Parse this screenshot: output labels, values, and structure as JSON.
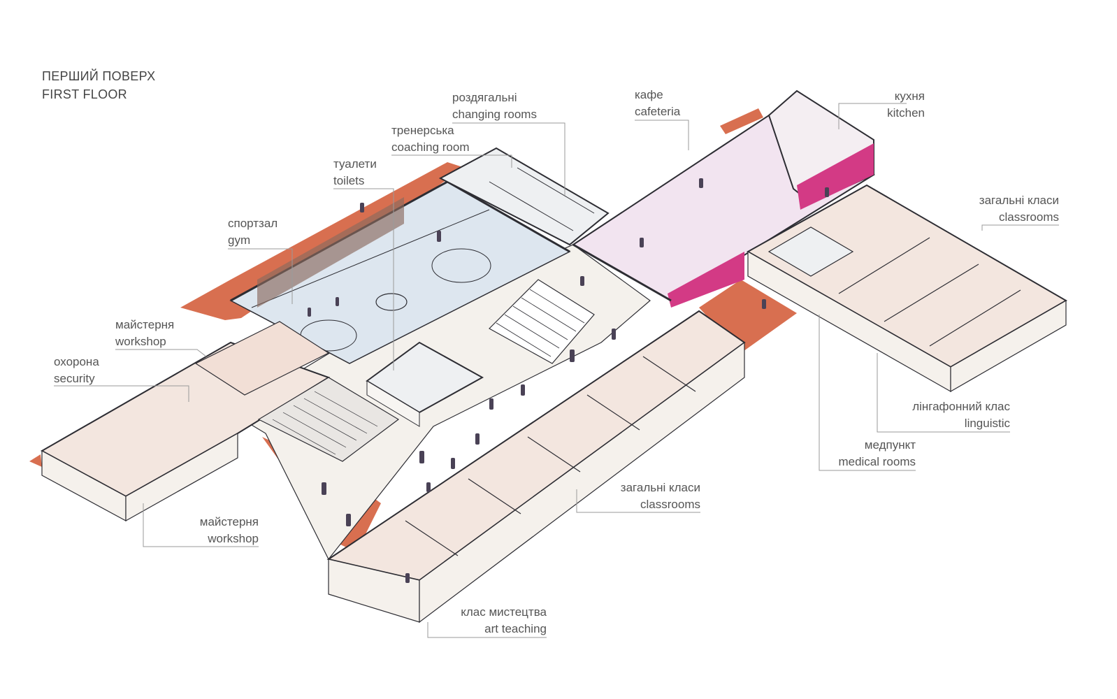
{
  "title": {
    "ua": "ПЕРШИЙ ПОВЕРХ",
    "en": "FIRST FLOOR"
  },
  "colors": {
    "terracotta": "#d86f50",
    "magenta": "#d33a85",
    "floor": "#f4f1ec",
    "gym_floor": "#dde6ef",
    "wall_top": "#ffffff",
    "line": "#2d2d33",
    "people": "#4a4256"
  },
  "labels": {
    "changing": {
      "ua": "роздягальні",
      "en": "changing rooms"
    },
    "cafeteria": {
      "ua": "кафе",
      "en": "cafeteria"
    },
    "kitchen": {
      "ua": "кухня",
      "en": "kitchen"
    },
    "coaching": {
      "ua": "тренерська",
      "en": "coaching room"
    },
    "toilets": {
      "ua": "туалети",
      "en": "toilets"
    },
    "gym": {
      "ua": "спортзал",
      "en": "gym"
    },
    "classrooms_right": {
      "ua": "загальні класи",
      "en": "classrooms"
    },
    "workshop_top": {
      "ua": "майстерня",
      "en": "workshop"
    },
    "security": {
      "ua": "охорона",
      "en": "security"
    },
    "linguistic": {
      "ua": "лінгафонний клас",
      "en": "linguistic"
    },
    "medical": {
      "ua": "медпункт",
      "en": "medical rooms"
    },
    "classrooms_center": {
      "ua": "загальні класи",
      "en": "classrooms"
    },
    "workshop_bottom": {
      "ua": "майстерня",
      "en": "workshop"
    },
    "art": {
      "ua": "клас мистецтва",
      "en": "art teaching"
    }
  }
}
